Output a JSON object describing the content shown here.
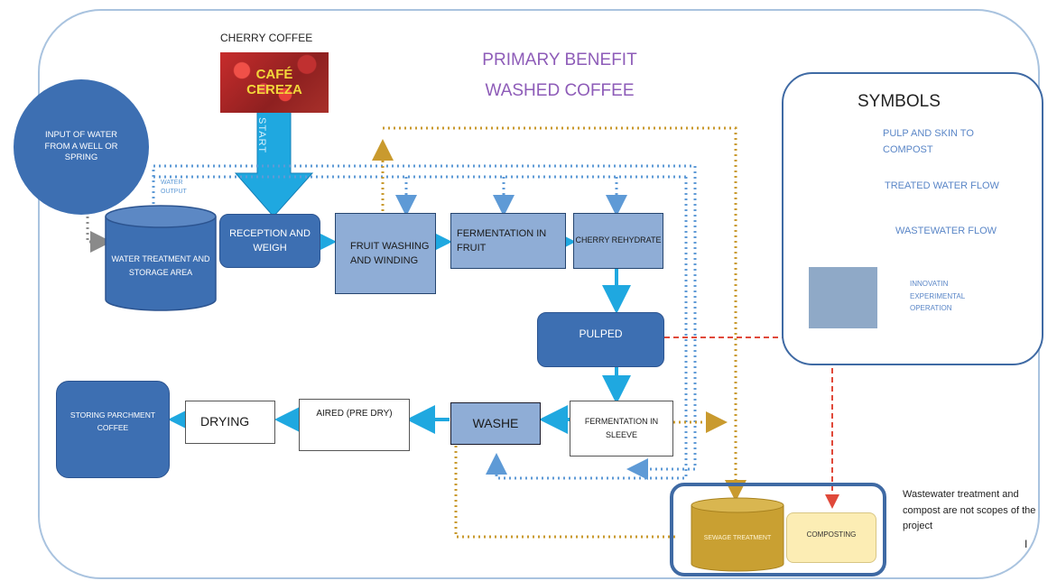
{
  "title": {
    "line1": "PRIMARY BENEFIT",
    "line2": "WASHED COFFEE"
  },
  "cherry": {
    "label": "CHERRY COFFEE",
    "image_text1": "CAFÉ",
    "image_text2": "CEREZA",
    "start": "START"
  },
  "nodes": {
    "input_water": "INPUT OF WATER FROM A WELL OR SPRING",
    "water_output": "WATER OUTPUT",
    "water_treatment": "WATER TREATMENT AND STORAGE AREA",
    "reception": "RECEPTION AND WEIGH",
    "fruit_washing": "FRUIT WASHING AND WINDING",
    "fermentation_fruit": "FERMENTATION IN FRUIT",
    "cherry_rehydrate": "CHERRY REHYDRATE",
    "pulped": "PULPED",
    "fermentation_sleeve": "FERMENTATION IN SLEEVE",
    "washe": "WASHE",
    "aired": "AIRED (PRE DRY)",
    "drying": "DRYING",
    "storing": "STORING PARCHMENT COFFEE",
    "sewage": "SEWAGE TREATMENT",
    "composting": "COMPOSTING"
  },
  "legend": {
    "title": "SYMBOLS",
    "pulp": "PULP AND SKIN TO COMPOST",
    "treated": "TREATED WATER FLOW",
    "wastewater": "WASTEWATER FLOW",
    "innovation": "INNOVATIN EXPERIMENTAL OPERATION"
  },
  "note": "Wastewater treatment and compost are not scopes of the project",
  "colors": {
    "dark_blue": "#3d6fb2",
    "light_blue": "#8fadd6",
    "arrow_cyan": "#1fa8e0",
    "treated_water": "#5e9ad6",
    "wastewater": "#c99a2e",
    "pulp": "#e0493a",
    "title_purple": "#8e5cb8",
    "sewage": "#c9a032",
    "composting": "#fcedb4"
  }
}
